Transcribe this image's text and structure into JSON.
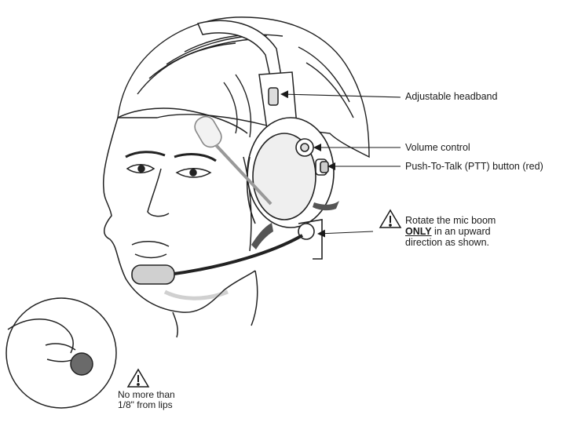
{
  "callouts": {
    "headband": "Adjustable headband",
    "volume": "Volume control",
    "ptt": "Push-To-Talk (PTT) button (red)"
  },
  "rotate_warning": {
    "line1": "Rotate the mic boom",
    "emph": "ONLY",
    "line2_rest": " in an upward",
    "line3": "direction as shown."
  },
  "lips_note": {
    "line1": "No more than",
    "line2": "1/8\" from lips"
  },
  "icons": [
    "warning-triangle-icon"
  ]
}
